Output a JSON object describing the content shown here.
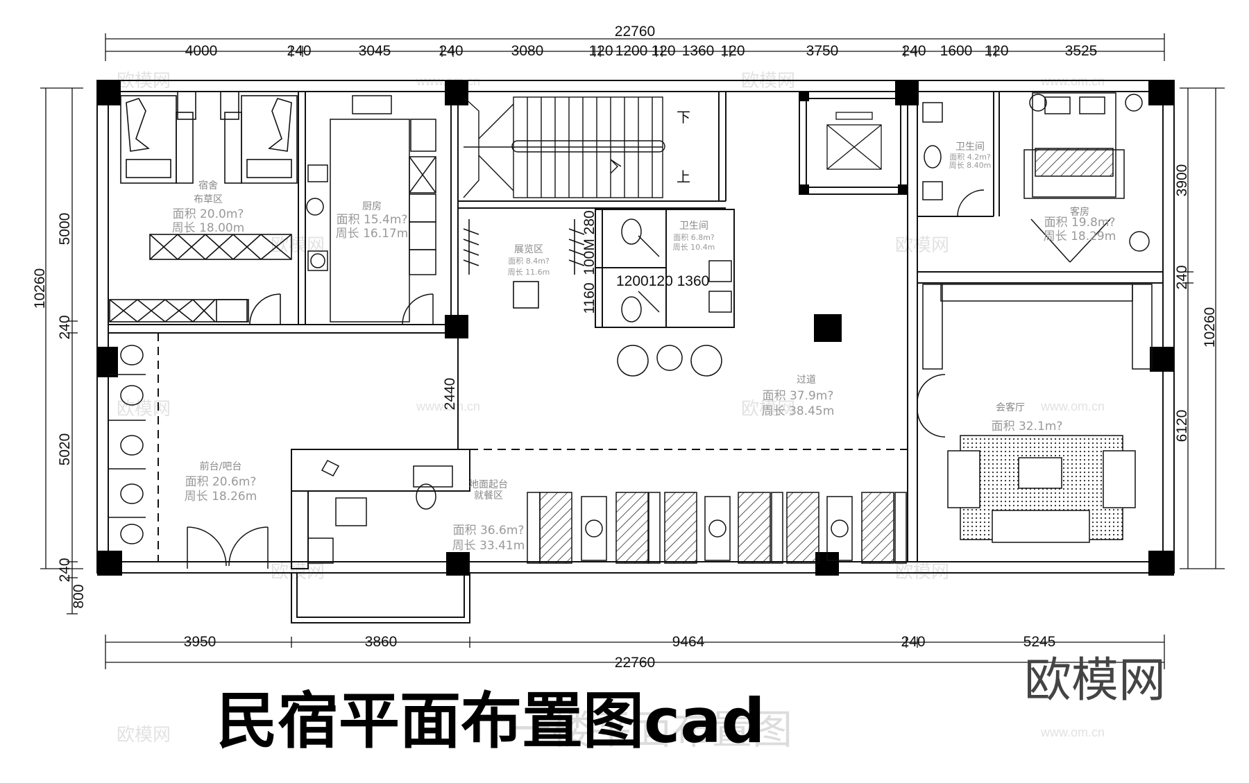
{
  "title": "民宿平面布置图cad",
  "subtitle_ghost": "一楼平面布置图",
  "logo": "欧模网",
  "watermark_cn": "欧模网",
  "watermark_url": "www.om.cn",
  "dimensions": {
    "top_total": "22760",
    "top_segments": [
      "4000",
      "240",
      "3045",
      "240",
      "3080",
      "120",
      "1200",
      "120",
      "1360",
      "120",
      "3750",
      "240",
      "1600",
      "120",
      "3525"
    ],
    "bottom_total": "22760",
    "bottom_segments": [
      "3950",
      "3860",
      "9464",
      "240",
      "5245"
    ],
    "left_total": "10260",
    "left_segments": [
      "5000",
      "240",
      "5020",
      "240",
      "800"
    ],
    "right_total": "10260",
    "right_segments": [
      "3900",
      "240",
      "6120"
    ],
    "inner_2440": "2440",
    "inner_1160": "1160",
    "inner_row": "1200120 1360",
    "inner_vert": "100M 280"
  },
  "rooms": [
    {
      "name": "宿舍",
      "name2": "布草区",
      "area": "面积 20.0m?",
      "perim": "周长 18.00m"
    },
    {
      "name": "厨房",
      "area": "面积 15.4m?",
      "perim": "周长 16.17m"
    },
    {
      "name": "展览区",
      "area": "面积 8.4m?",
      "perim": "周长 11.6m"
    },
    {
      "name": "卫生间",
      "area": "面积 6.8m?",
      "perim": "周长 10.4m"
    },
    {
      "name": "卫生间",
      "area": "面积 4.2m?",
      "perim": "周长 8.40m"
    },
    {
      "name": "客房",
      "area": "面积 19.8m?",
      "perim": "周长 18.29m"
    },
    {
      "name": "过道",
      "area": "面积 37.9m?",
      "perim": "周长 38.45m"
    },
    {
      "name": "会客厅",
      "area": "面积 32.1m?"
    },
    {
      "name": "前台/吧台",
      "area": "面积 20.6m?",
      "perim": "周长 18.26m"
    },
    {
      "name": "地面起台",
      "name2": "就餐区",
      "area": "面积 36.6m?",
      "perim": "周长 33.41m"
    }
  ],
  "stair_labels": {
    "down": "下",
    "up": "上"
  }
}
